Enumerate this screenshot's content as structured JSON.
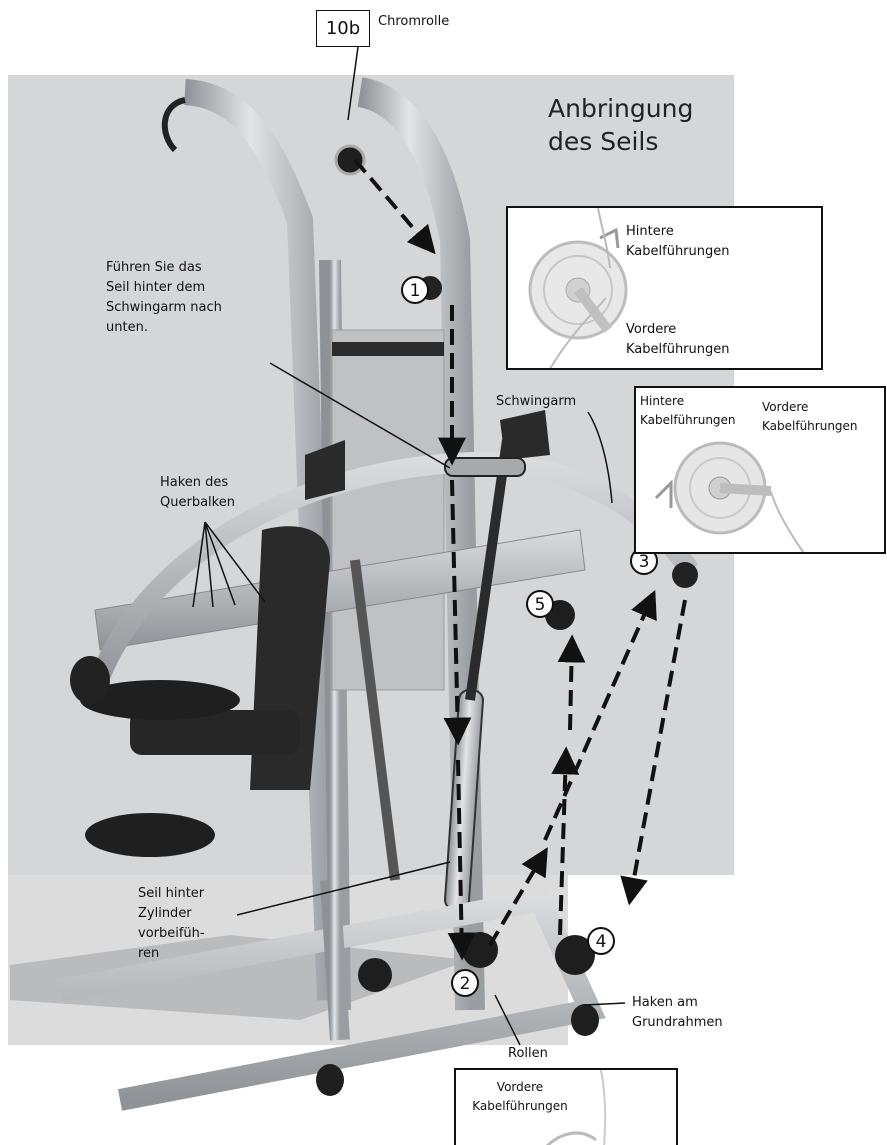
{
  "title": "Anbringung\ndes Seils",
  "part": {
    "number": "10b",
    "name": "Chromrolle"
  },
  "callouts": {
    "route_behind_arm": "Führen Sie das\nSeil hinter dem\nSchwingarm nach\nunten.",
    "swing_arm": "Schwingarm",
    "crossbar_hooks": "Haken des\nQuerbalken",
    "behind_cylinder": "Seil hinter\nZylinder\nvorbeifüh-\nren",
    "base_hook": "Haken am\nGrundrahmen",
    "pulleys": "Rollen"
  },
  "inset_top": {
    "rear": "Hintere\nKabelführungen",
    "front": "Vordere\nKabelführungen"
  },
  "inset_mid": {
    "rear": "Hintere\nKabelführungen",
    "front": "Vordere\nKabelführungen"
  },
  "inset_bottom": {
    "front": "Vordere\nKabelführungen"
  },
  "steps": [
    "1",
    "2",
    "3",
    "4",
    "5"
  ]
}
